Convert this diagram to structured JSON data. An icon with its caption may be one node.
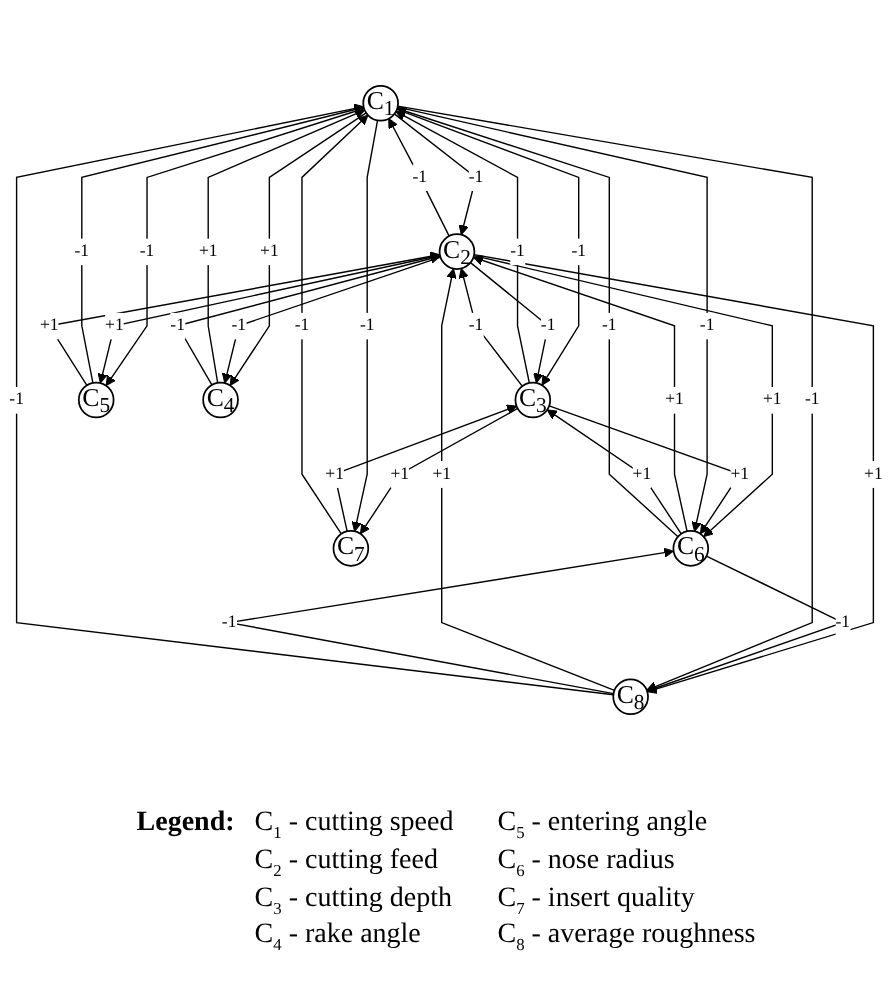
{
  "diagram": {
    "nodes": [
      {
        "text": [
          "C$_{1}$"
        ]
      },
      {
        "text": [
          "C$_{2}$"
        ]
      },
      {
        "text": [
          "C$_{3}$"
        ]
      },
      {
        "text": [
          "C$_{5}$"
        ]
      },
      {
        "text": [
          "C$_{6}$"
        ]
      },
      {
        "text": [
          "C$_{4}$"
        ]
      },
      {
        "text": [
          "C$_{8}$"
        ]
      },
      {
        "text": [
          "C$_{7}$"
        ]
      }
    ],
    "edges": [
      {
        "from": 0,
        "to": 1,
        "arrow": "to",
        "label": "-1"
      },
      {
        "from": 1,
        "to": 0,
        "arrow": "to",
        "label": "-1"
      },
      {
        "from": 0,
        "to": 2,
        "arrow": "to",
        "label": "-1"
      },
      {
        "from": 2,
        "to": 0,
        "arrow": "to",
        "label": "-1"
      },
      {
        "from": 0,
        "to": 3,
        "arrow": "to",
        "label": "-1"
      },
      {
        "from": 3,
        "to": 0,
        "arrow": "to",
        "label": "-1"
      },
      {
        "from": 0,
        "to": 5,
        "arrow": "to",
        "label": "+1"
      },
      {
        "from": 5,
        "to": 0,
        "arrow": "to",
        "label": "+1"
      },
      {
        "from": 1,
        "to": 5,
        "arrow": "to",
        "label": "-1"
      },
      {
        "from": 5,
        "to": 1,
        "arrow": "to",
        "label": "-1"
      },
      {
        "from": 1,
        "to": 3,
        "arrow": "to",
        "label": "+1"
      },
      {
        "from": 3,
        "to": 1,
        "arrow": "to",
        "label": "+1"
      },
      {
        "from": 1,
        "to": 2,
        "arrow": "to",
        "label": "-1"
      },
      {
        "from": 2,
        "to": 1,
        "arrow": "to",
        "label": "-1"
      },
      {
        "from": 1,
        "to": 4,
        "arrow": "to",
        "label": "+1"
      },
      {
        "from": 4,
        "to": 1,
        "arrow": "to",
        "label": "+1"
      },
      {
        "from": 1,
        "to": 6,
        "arrow": "to",
        "label": "+1"
      },
      {
        "from": 6,
        "to": 1,
        "arrow": "to",
        "label": "+1"
      },
      {
        "from": 2,
        "to": 4,
        "arrow": "to",
        "label": "+1"
      },
      {
        "from": 4,
        "to": 2,
        "arrow": "to",
        "label": "+1"
      },
      {
        "from": 2,
        "to": 7,
        "arrow": "to",
        "label": "+1"
      },
      {
        "from": 7,
        "to": 2,
        "arrow": "to",
        "label": "+1"
      },
      {
        "from": 4,
        "to": 6,
        "arrow": "to",
        "label": "-1"
      },
      {
        "from": 6,
        "to": 4,
        "arrow": "to",
        "label": "-1"
      },
      {
        "from": 0,
        "to": 4,
        "arrow": "to",
        "label": "-1"
      },
      {
        "from": 4,
        "to": 0,
        "arrow": "to",
        "label": "-1"
      },
      {
        "from": 0,
        "to": 6,
        "arrow": "to",
        "label": "-1"
      },
      {
        "from": 6,
        "to": 0,
        "arrow": "to",
        "label": "-1"
      },
      {
        "from": 0,
        "to": 7,
        "arrow": "to",
        "label": "-1"
      },
      {
        "from": 7,
        "to": 0,
        "arrow": "to",
        "label": "-1"
      }
    ],
    "labels": [
      "Legend:"
    ],
    "legend": [
      {
        "text": "C$_{1}$ - cutting speed"
      },
      {
        "text": "C$_{2}$ - cutting feed"
      },
      {
        "text": "C$_{3}$ - cutting depth"
      },
      {
        "text": "C$_{4}$ - rake angle"
      },
      {
        "text": "C$_{5}$ - entering angle"
      },
      {
        "text": "C$_{6}$ - nose radius"
      },
      {
        "text": "C$_{7}$ - insert quality"
      },
      {
        "text": "C$_{8}$ - average roughness"
      }
    ]
  }
}
